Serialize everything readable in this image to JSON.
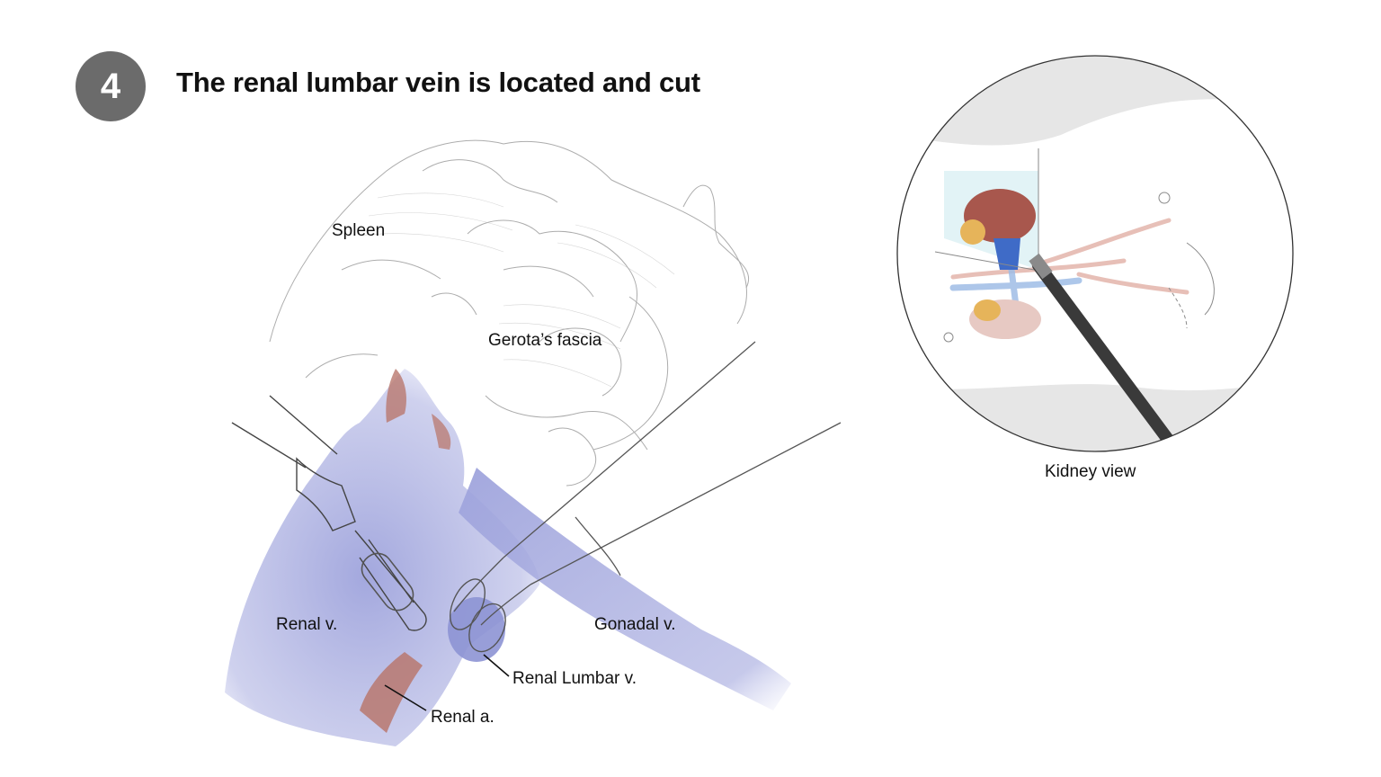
{
  "step": {
    "number": "4",
    "title": "The renal lumbar vein is located and cut"
  },
  "labels": {
    "spleen": "Spleen",
    "gerotas_fascia": "Gerota’s fascia",
    "renal_vein": "Renal v.",
    "gonadal_vein": "Gonadal v.",
    "renal_lumbar_vein": "Renal Lumbar v.",
    "renal_artery": "Renal a."
  },
  "inset": {
    "caption": "Kidney view"
  },
  "colors": {
    "badge": "#6b6b6b",
    "vein": "#9ea3dc",
    "artery": "#b9786e",
    "kidney": "#a8574d",
    "fat": "#e6b45a",
    "instrument": "#3a3a3a"
  }
}
